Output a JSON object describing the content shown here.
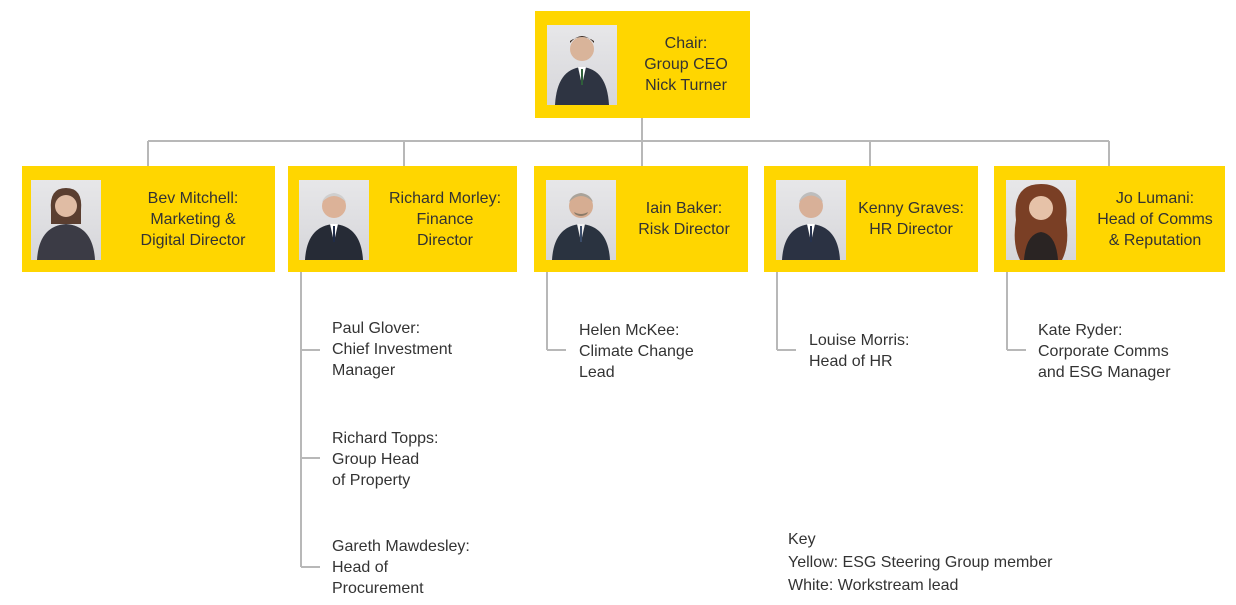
{
  "colors": {
    "member": "#ffd600",
    "connector": "#b8b8b8",
    "text": "#333333"
  },
  "chair": {
    "lines": [
      "Chair:",
      "Group CEO",
      "Nick Turner"
    ],
    "photo": "person-photo"
  },
  "members": [
    {
      "id": "bev-mitchell",
      "lines": [
        "Bev Mitchell:",
        "Marketing &",
        "Digital Director"
      ]
    },
    {
      "id": "richard-morley",
      "lines": [
        "Richard Morley:",
        "Finance",
        "Director"
      ]
    },
    {
      "id": "iain-baker",
      "lines": [
        "Iain Baker:",
        "Risk Director"
      ]
    },
    {
      "id": "kenny-graves",
      "lines": [
        "Kenny Graves:",
        "HR Director"
      ]
    },
    {
      "id": "jo-lumani",
      "lines": [
        "Jo Lumani:",
        "Head of Comms",
        "& Reputation"
      ]
    }
  ],
  "workstream_leads": {
    "richard-morley": [
      {
        "lines": [
          "Paul Glover:",
          "Chief Investment",
          "Manager"
        ]
      },
      {
        "lines": [
          "Richard Topps:",
          "Group Head",
          "of Property"
        ]
      },
      {
        "lines": [
          "Gareth Mawdesley:",
          "Head of",
          "Procurement"
        ]
      }
    ],
    "iain-baker": [
      {
        "lines": [
          "Helen McKee:",
          "Climate Change",
          "Lead"
        ]
      }
    ],
    "kenny-graves": [
      {
        "lines": [
          "Louise Morris:",
          "Head of HR"
        ]
      }
    ],
    "jo-lumani": [
      {
        "lines": [
          "Kate Ryder:",
          "Corporate Comms",
          "and ESG Manager"
        ]
      }
    ]
  },
  "key": {
    "title": "Key",
    "yellow": "Yellow: ESG Steering Group member",
    "white": "White: Workstream lead"
  }
}
